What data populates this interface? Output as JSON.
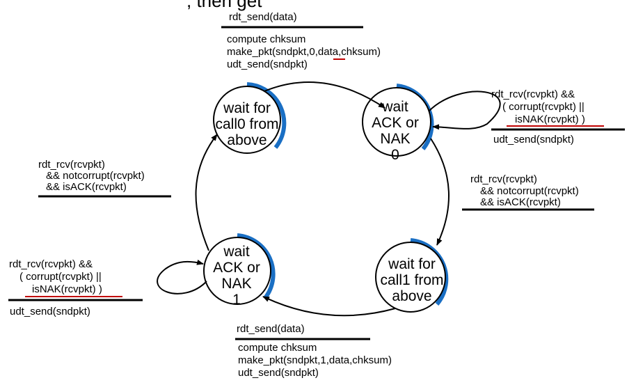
{
  "top_fragment": ", then get",
  "states": [
    {
      "id": "wait_call0",
      "lines": [
        "wait for",
        "call0 from",
        "above"
      ]
    },
    {
      "id": "wait_ack0",
      "lines": [
        "wait",
        "ACK or",
        "NAK",
        "0"
      ]
    },
    {
      "id": "wait_call1",
      "lines": [
        "wait for",
        "call1 from",
        "above"
      ]
    },
    {
      "id": "wait_ack1",
      "lines": [
        "wait",
        "ACK or",
        "NAK",
        "1"
      ]
    }
  ],
  "transitions": {
    "t_send0": {
      "event": "rdt_send(data)",
      "actions": [
        "compute chksum",
        "make_pkt(sndpkt,0,data,chksum)",
        "udt_send(sndpkt)"
      ]
    },
    "t_ack0_loop": {
      "event": [
        "rdt_rcv(rcvpkt) &&",
        "( corrupt(rcvpkt) ||",
        "isNAK(rcvpkt) )"
      ],
      "actions": [
        "udt_send(sndpkt)"
      ]
    },
    "t_ack0_ok": {
      "event": [
        "rdt_rcv(rcvpkt)",
        "&& notcorrupt(rcvpkt)",
        "&& isACK(rcvpkt)"
      ],
      "actions": []
    },
    "t_send1": {
      "event": "rdt_send(data)",
      "actions": [
        "compute chksum",
        "make_pkt(sndpkt,1,data,chksum)",
        "udt_send(sndpkt)"
      ]
    },
    "t_ack1_loop": {
      "event": [
        "rdt_rcv(rcvpkt) &&",
        "( corrupt(rcvpkt) ||",
        "isNAK(rcvpkt) )"
      ],
      "actions": [
        "udt_send(sndpkt)"
      ]
    },
    "t_ack1_ok": {
      "event": [
        "rdt_rcv(rcvpkt)",
        "&& notcorrupt(rcvpkt)",
        "&& isACK(rcvpkt)"
      ],
      "actions": []
    }
  },
  "colors": {
    "state_accent": "#1a6fc4",
    "underline_accent": "#c00000"
  }
}
